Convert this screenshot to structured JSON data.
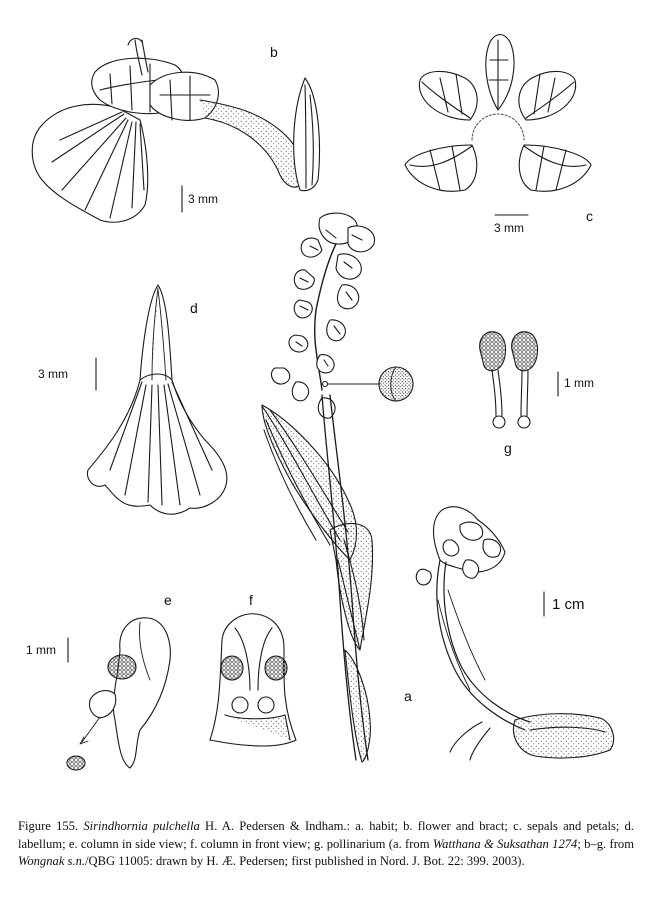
{
  "panels": {
    "a": {
      "label": "a",
      "scale": "1 cm"
    },
    "b": {
      "label": "b",
      "scale": "3 mm"
    },
    "c": {
      "label": "c",
      "scale": "3 mm"
    },
    "d": {
      "label": "d",
      "scale": "3 mm"
    },
    "e": {
      "label": "e",
      "scale": "1 mm"
    },
    "f": {
      "label": "f"
    },
    "g": {
      "label": "g",
      "scale": "1 mm"
    }
  },
  "caption": {
    "figure": "Figure 155.",
    "species": "Sirindhornia pulchella",
    "authority": " H. A. Pedersen & Indham.: a. habit; b. flower and bract; c. sepals and petals; d. labellum; e. column in side view; f. column in front view; g. pollinarium (a. from ",
    "collector1": "Watthana & Suksathan 1274",
    "mid": "; b–g. from ",
    "collector2": "Wongnak s.n.",
    "tail": "/QBG 11005: drawn by H. Æ. Pedersen; first published in Nord. J. Bot. 22: 399. 2003)."
  }
}
